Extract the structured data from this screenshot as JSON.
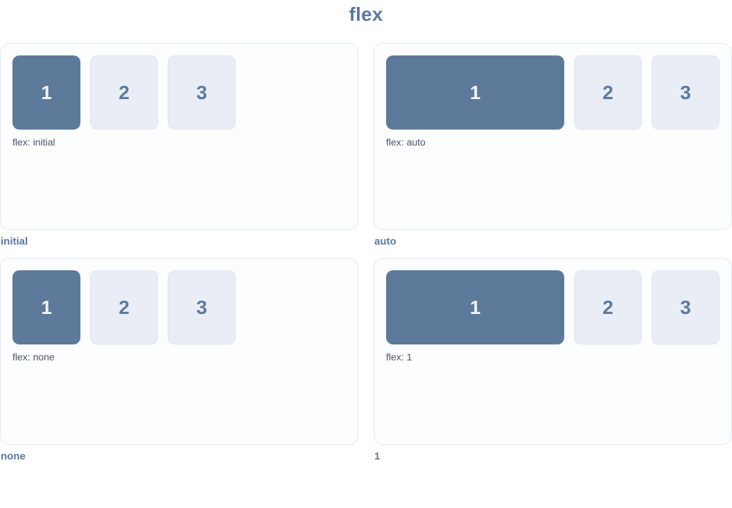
{
  "title": "flex",
  "colors": {
    "accent_text": "#5b79a0",
    "primary_box_fill": "#5d7a9b",
    "primary_box_text": "#eff3f8",
    "light_box_fill": "#e9edf5",
    "light_box_border": "#dde4ef",
    "panel_fill": "#fcfdfe",
    "panel_border": "#e2e8f2",
    "flex_label_text": "#475469"
  },
  "panels": [
    {
      "caption": "initial",
      "label": "flex: initial",
      "flex_value": "initial",
      "boxes": [
        "1",
        "2",
        "3"
      ]
    },
    {
      "caption": "auto",
      "label": "flex: auto",
      "flex_value": "auto",
      "boxes": [
        "1",
        "2",
        "3"
      ]
    },
    {
      "caption": "none",
      "label": "flex: none",
      "flex_value": "none",
      "boxes": [
        "1",
        "2",
        "3"
      ]
    },
    {
      "caption": "1",
      "label": "flex: 1",
      "flex_value": "1",
      "boxes": [
        "1",
        "2",
        "3"
      ]
    }
  ]
}
